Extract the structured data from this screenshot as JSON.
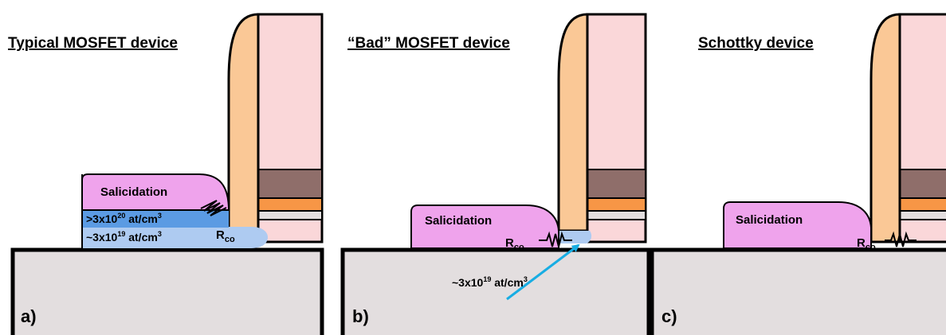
{
  "colors": {
    "spacer": "#FAC896",
    "gate_fill": "#FAD7D9",
    "gate_outline": "#000000",
    "layer_brown": "#8F6E6A",
    "layer_orange": "#F79646",
    "layer_light": "#E3DEDF",
    "substrate": "#E3DEDF",
    "silicide": "#EFA3EC",
    "dop_high": "#5B9BE3",
    "dop_low": "#AECBF1",
    "arrow": "#18ADE3"
  },
  "panels": [
    {
      "id": "a",
      "title": "Typical MOSFET device",
      "letter": "a)",
      "silicide_label": "Salicidation",
      "doping_high": {
        "base": ">3x10",
        "exp": "20",
        "unit": " at/cm",
        "unit_exp": "3"
      },
      "doping_low": {
        "base": "~3x10",
        "exp": "19",
        "unit": " at/cm",
        "unit_exp": "3"
      },
      "resistor": {
        "base": "R",
        "sub": "co"
      }
    },
    {
      "id": "b",
      "title": "“Bad” MOSFET device",
      "letter": "b)",
      "silicide_label": "Salicidation",
      "doping_note": {
        "base": "~3x10",
        "exp": "19",
        "unit": " at/cm",
        "unit_exp": "3"
      },
      "resistor": {
        "base": "R",
        "sub": "co"
      }
    },
    {
      "id": "c",
      "title": "Schottky device",
      "letter": "c)",
      "silicide_label": "Salicidation",
      "resistor": {
        "base": "R",
        "sub": "co"
      }
    }
  ]
}
